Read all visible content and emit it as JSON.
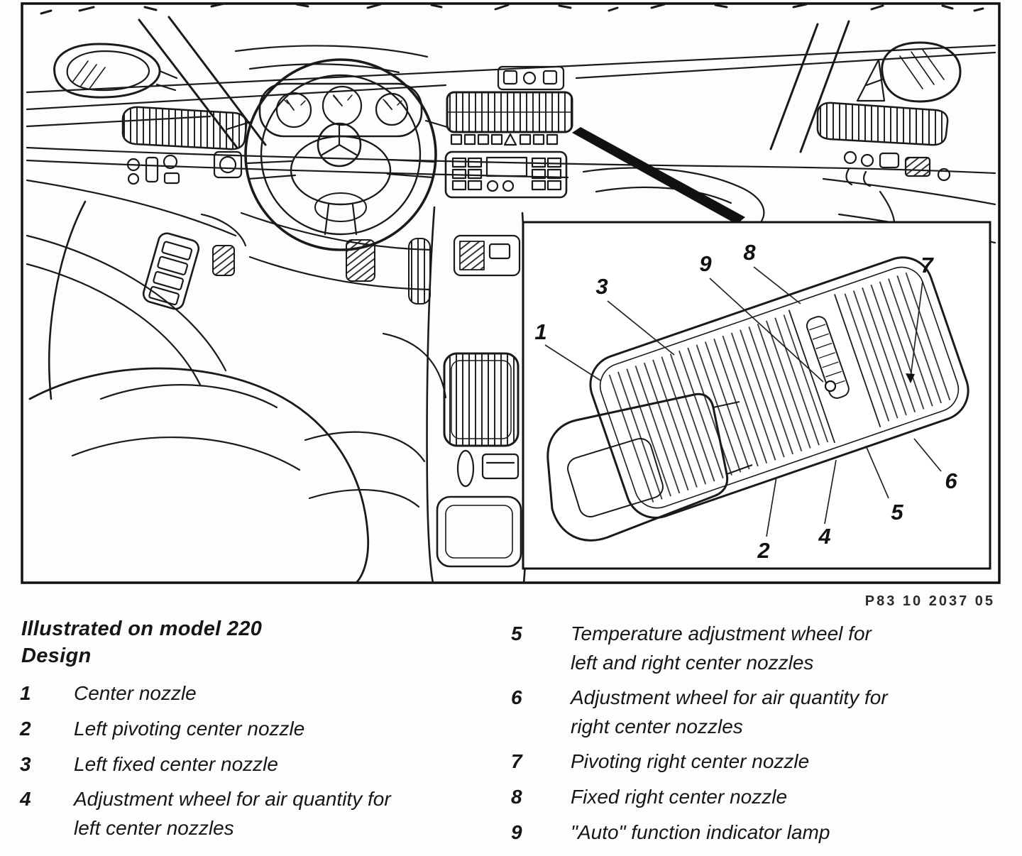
{
  "figure": {
    "part_number": "P83 10 2037 05",
    "callouts": [
      "1",
      "2",
      "3",
      "4",
      "5",
      "6",
      "7",
      "8",
      "9"
    ]
  },
  "legend": {
    "title_line1": "Illustrated on model 220",
    "title_line2": "Design",
    "left_items": [
      {
        "num": "1",
        "text": "Center nozzle"
      },
      {
        "num": "2",
        "text": "Left pivoting center nozzle"
      },
      {
        "num": "3",
        "text": "Left fixed center nozzle"
      },
      {
        "num": "4",
        "text": "Adjustment wheel for air quantity for\nleft center nozzles"
      }
    ],
    "right_items": [
      {
        "num": "5",
        "text": "Temperature adjustment wheel for\nleft and right center nozzles"
      },
      {
        "num": "6",
        "text": "Adjustment wheel for air quantity for\nright center nozzles"
      },
      {
        "num": "7",
        "text": "Pivoting right center nozzle"
      },
      {
        "num": "8",
        "text": "Fixed right center nozzle"
      },
      {
        "num": "9",
        "text": "\"Auto\" function indicator lamp"
      }
    ]
  }
}
